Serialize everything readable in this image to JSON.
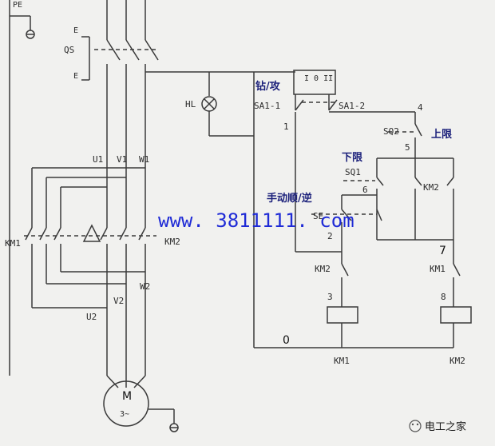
{
  "labels": {
    "pe": "PE",
    "qs": "QS",
    "u1": "U1",
    "v1": "V1",
    "w1": "W1",
    "u2": "U2",
    "v2": "V2",
    "w2": "W2",
    "km1_main": "KM1",
    "km2_main": "KM2",
    "motor_m": "M",
    "motor_phase": "3~",
    "hl": "HL",
    "sa1_1": "SA1-1",
    "sa1_2": "SA1-2",
    "switch_positions": "I 0 II",
    "sq2": "SQ2",
    "sq1": "SQ1",
    "se": "SE",
    "km2_hold": "KM2",
    "km2_interlock": "KM2",
    "km1_interlock": "KM1",
    "coil_km1": "KM1",
    "coil_km2": "KM2",
    "n1": "1",
    "n2": "2",
    "n3": "3",
    "n4": "4",
    "n5": "5",
    "n6": "6",
    "n7": "7",
    "n8": "8",
    "n0": "0",
    "e_top": "E",
    "e_bot": "E"
  },
  "headers": {
    "drill_tap": "钻/攻",
    "upper_limit": "上限",
    "lower_limit": "下限",
    "manual_fwd_rev": "手动顺/逆"
  },
  "watermark": {
    "url": "www. 3811111. com",
    "brand": "电工之家"
  }
}
